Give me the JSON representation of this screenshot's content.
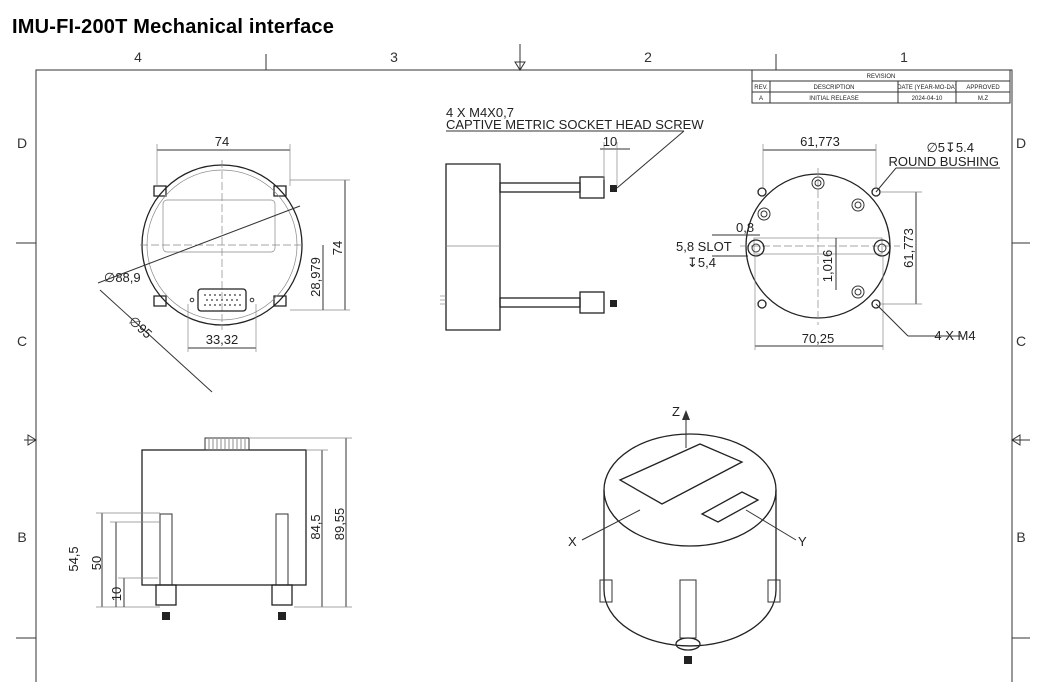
{
  "title": "IMU-FI-200T Mechanical interface",
  "zones": {
    "cols": [
      "4",
      "3",
      "2",
      "1"
    ],
    "rows_left": [
      "D",
      "C",
      "B"
    ],
    "rows_right": [
      "D",
      "C",
      "B"
    ]
  },
  "revision_table": {
    "heading": "REVISION",
    "headers": [
      "REV.",
      "DESCRIPTION",
      "DATE (YEAR-MO-DA)",
      "APPROVED"
    ],
    "row": [
      "A",
      "INITIAL RELEASE",
      "2024-04-10",
      "M.Z"
    ]
  },
  "front_view": {
    "width": "74",
    "height": "74",
    "dia_outer": "∅95",
    "dia_inner": "∅88,9",
    "connector_offset": "28,979",
    "connector_width": "33,32"
  },
  "side_view": {
    "screw_note_line1": "4 X M4X0,7",
    "screw_note_line2": "CAPTIVE METRIC SOCKET HEAD SCREW",
    "screw_length": "10"
  },
  "rear_view": {
    "width_top": "61,773",
    "height_right": "61,773",
    "width_bottom": "70,25",
    "bushing_line1": "∅5↧5.4",
    "bushing_line2": "ROUND BUSHING",
    "slot_offset": "0,8",
    "slot_label": "5,8 SLOT",
    "slot_depth": "↧5,4",
    "slot_center": "1,016",
    "holes": "4 X M4"
  },
  "bottom_view": {
    "h_54_5": "54,5",
    "h_50": "50",
    "h_10": "10",
    "h_84_5": "84,5",
    "h_89_55": "89,55"
  },
  "iso_view": {
    "axis_z": "Z",
    "axis_x": "X",
    "axis_y": "Y"
  }
}
